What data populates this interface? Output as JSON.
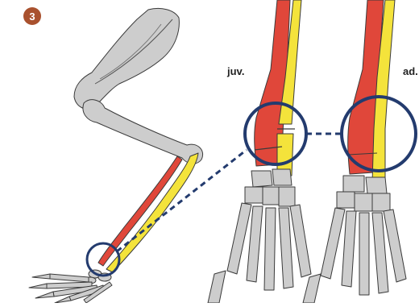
{
  "figure": {
    "number": "3",
    "label_juvenile": "juv.",
    "label_adult": "ad."
  },
  "colors": {
    "badge": "#a9512e",
    "bone_fill": "#cdcdcd",
    "bone_stroke": "#3a3a3a",
    "radius": "#e0473a",
    "ulna": "#f4e33b",
    "magnifier": "#233b6e"
  }
}
